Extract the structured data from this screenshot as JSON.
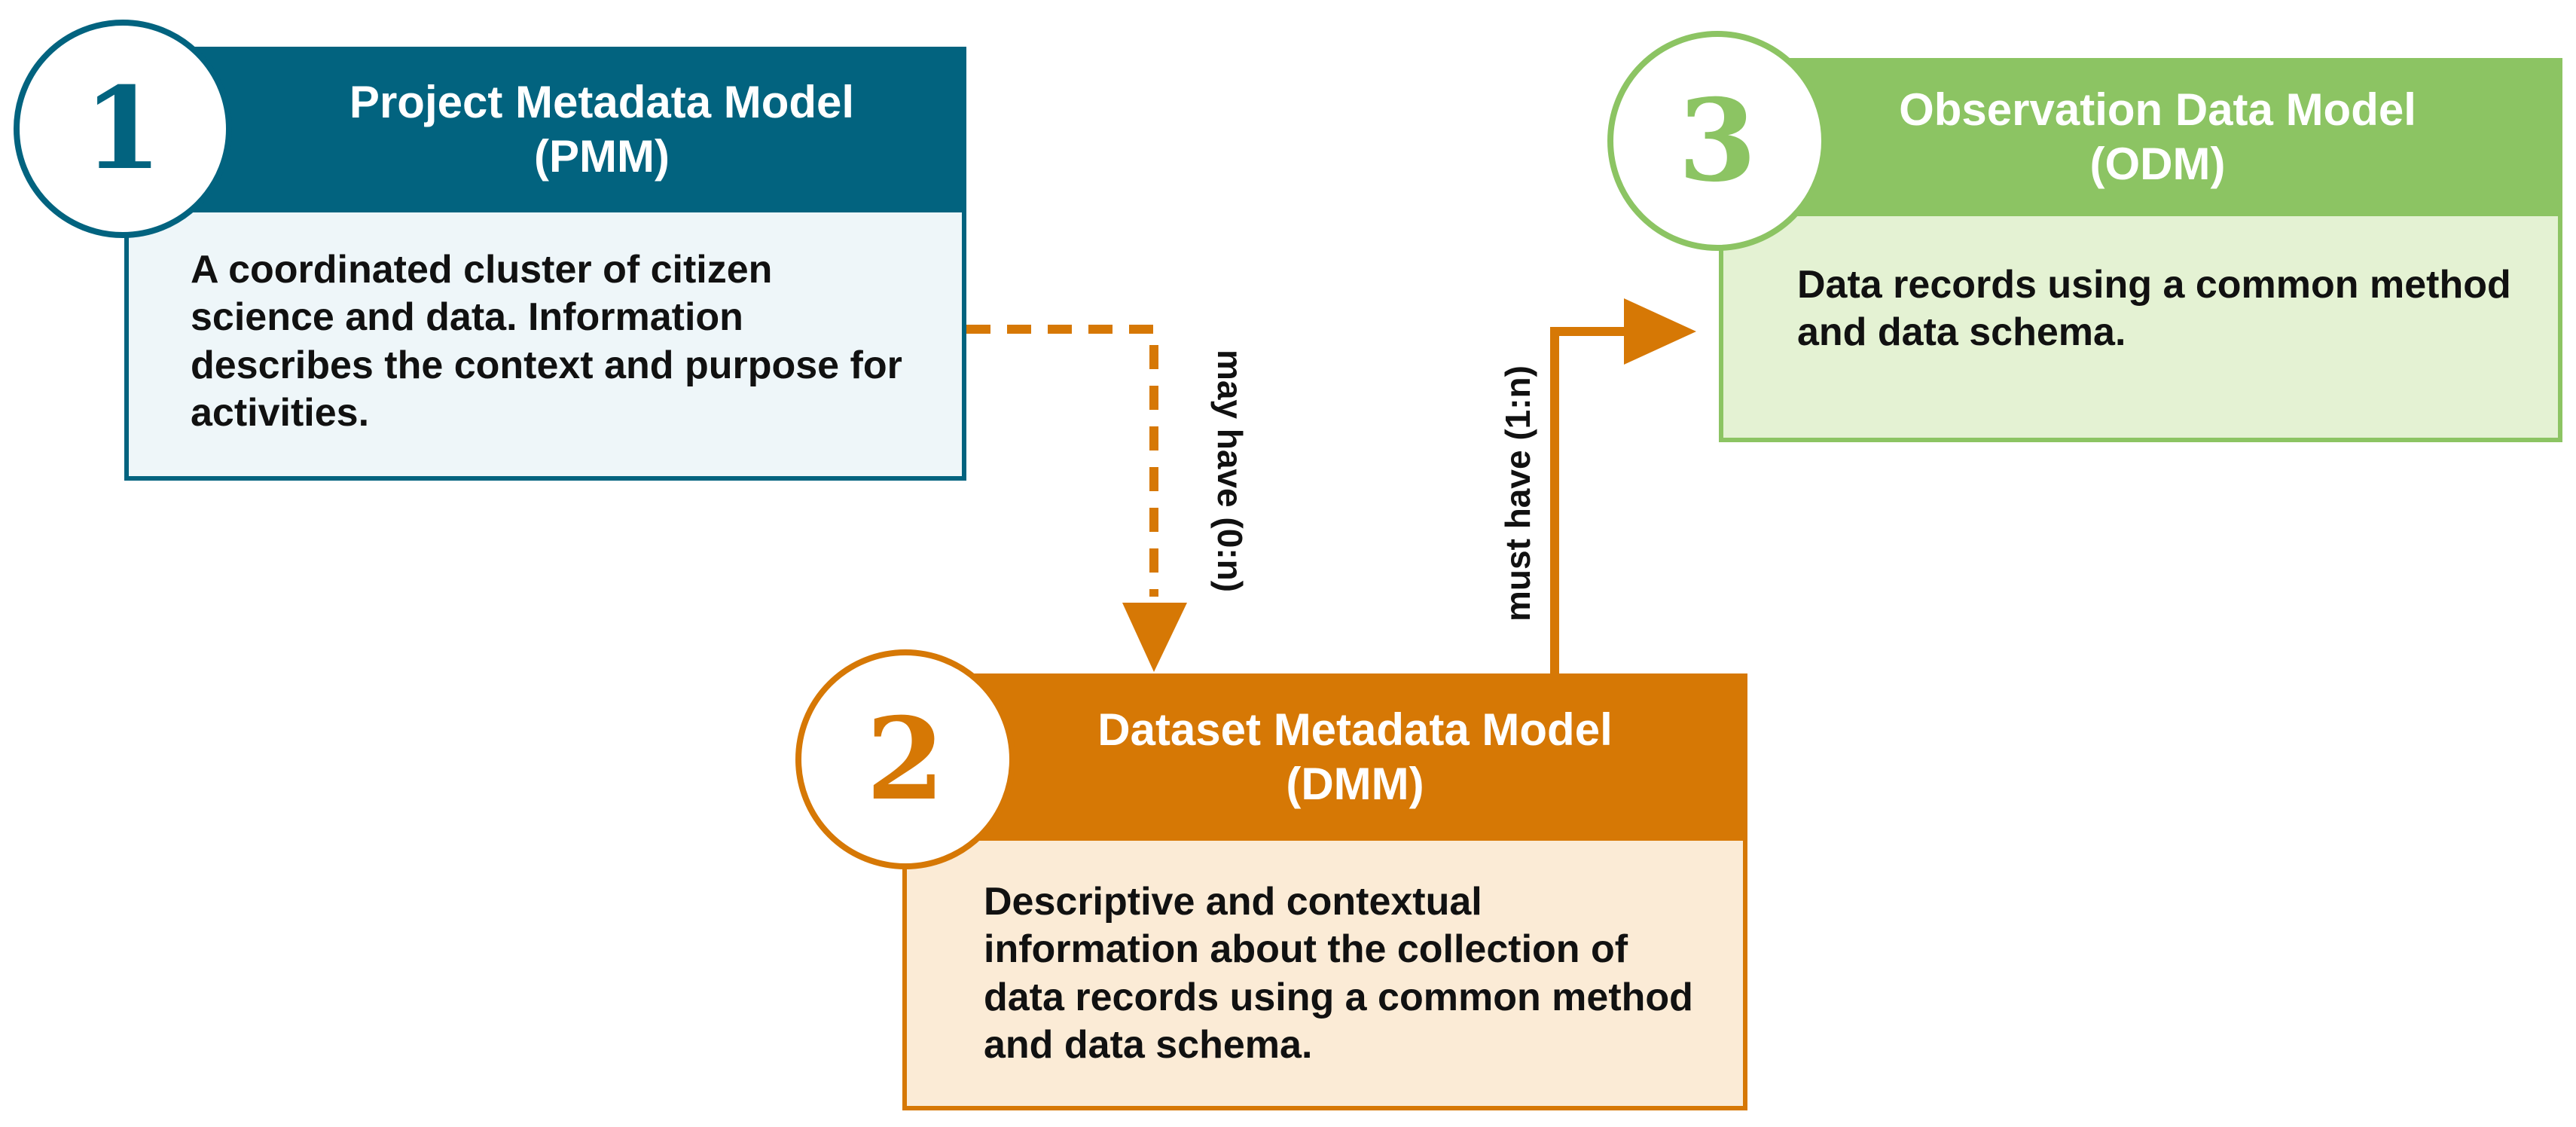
{
  "models": {
    "pmm": {
      "number": "1",
      "title_line1": "Project Metadata Model",
      "title_line2": "(PMM)",
      "description": "A coordinated cluster of citizen science and data. Information describes the context and purpose for activities.",
      "color": "#02637f",
      "fill": "#eef6f9"
    },
    "dmm": {
      "number": "2",
      "title_line1": "Dataset Metadata Model",
      "title_line2": "(DMM)",
      "description": "Descriptive and contextual information about the collection of data records using a common method and data schema.",
      "color": "#d67805",
      "fill": "#fbebd6"
    },
    "odm": {
      "number": "3",
      "title_line1": "Observation Data Model",
      "title_line2": "(ODM)",
      "description": "Data records using a common method and data schema.",
      "color": "#8cc463",
      "fill": "#e4f2d3"
    }
  },
  "relationships": {
    "pmm_to_dmm": {
      "label": "may have (0:n)",
      "style": "dashed",
      "color": "#d67805"
    },
    "dmm_to_odm": {
      "label": "must have (1:n)",
      "style": "solid",
      "color": "#d67805"
    }
  }
}
